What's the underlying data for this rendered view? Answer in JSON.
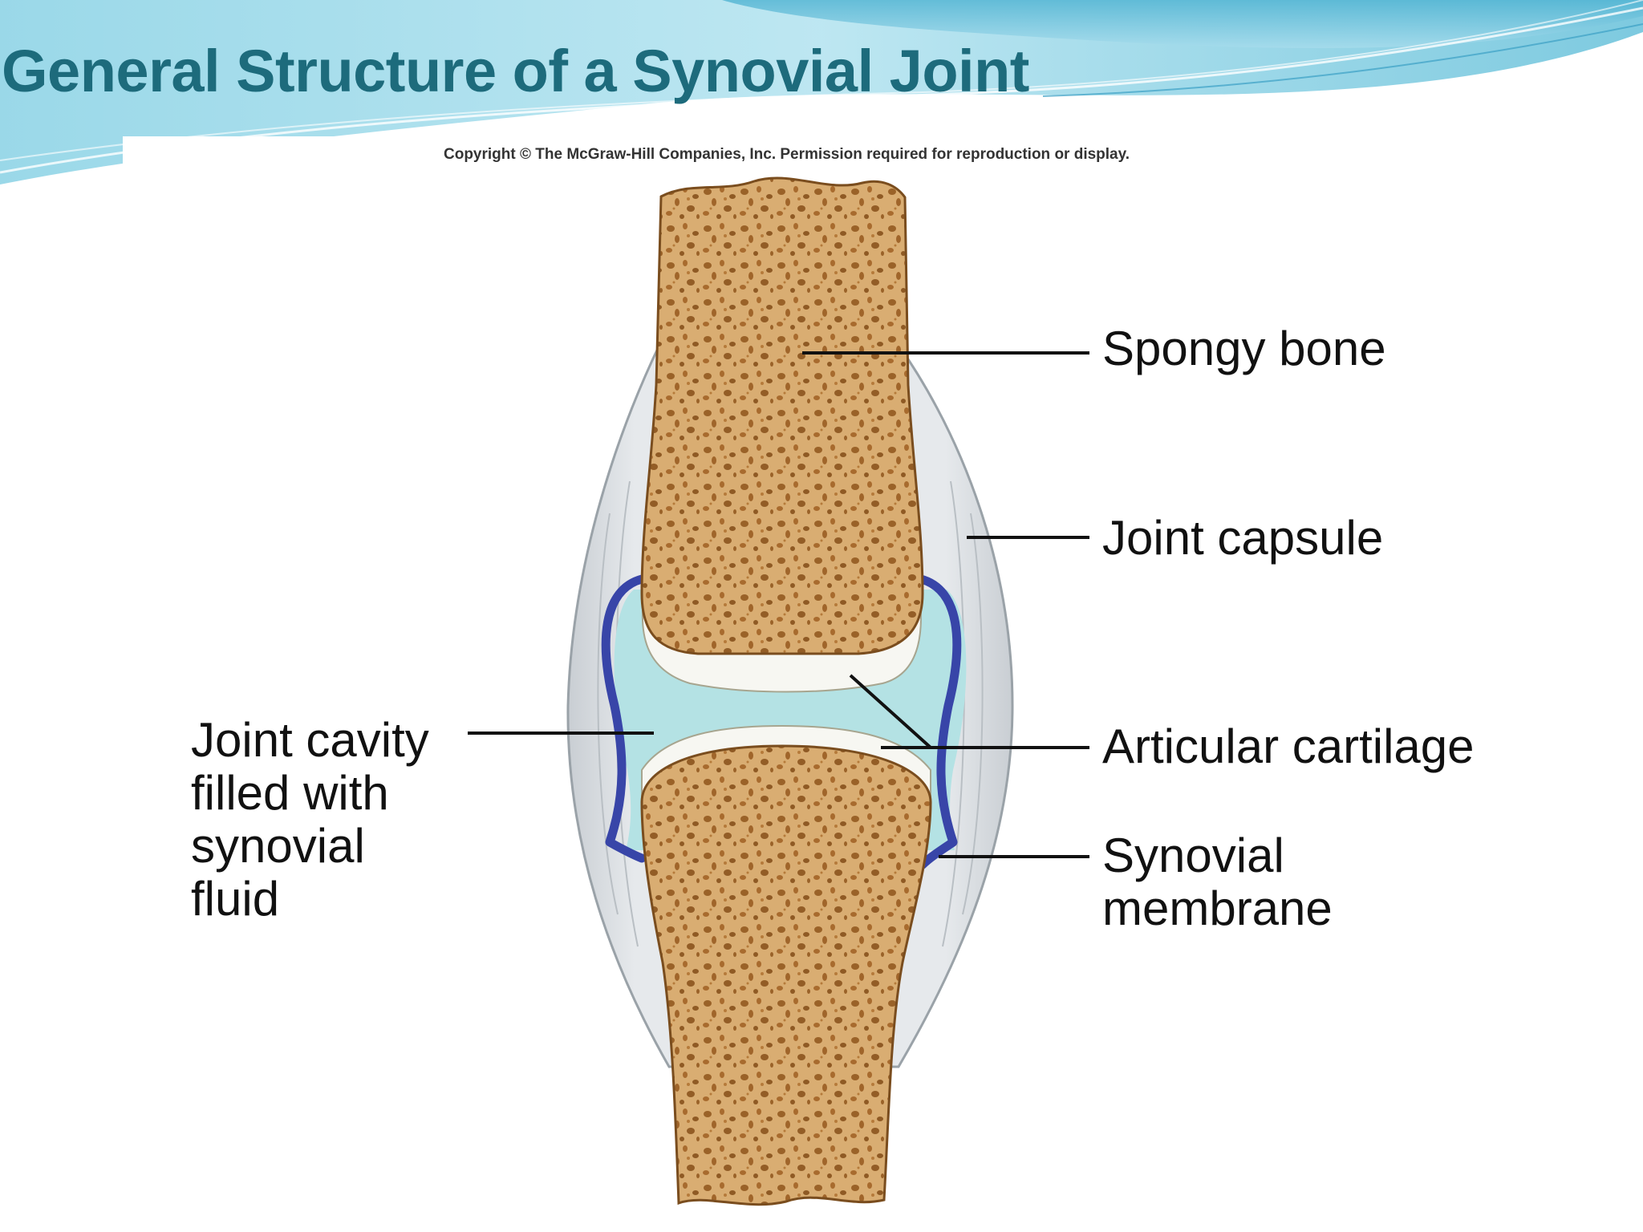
{
  "slide": {
    "title": "General Structure of a Synovial Joint",
    "copyright": "Copyright © The McGraw-Hill Companies, Inc. Permission required for reproduction or display."
  },
  "diagram": {
    "labels": {
      "spongy_bone": "Spongy bone",
      "joint_capsule": "Joint capsule",
      "articular_cartilage": "Articular cartilage",
      "synovial_membrane": [
        "Synovial",
        "membrane"
      ],
      "joint_cavity": [
        "Joint cavity",
        "filled with",
        "synovial",
        "fluid"
      ]
    },
    "colors": {
      "title": "#1d6b7c",
      "bone": "#d9ad72",
      "bone_pores": "#9a6228",
      "cartilage": "#f7f7f2",
      "capsule": "#d4d8dc",
      "synovial_fluid": "#b4e2e4",
      "synovial_membrane": "#3845a8",
      "header_wave": "#6fc4dc"
    }
  }
}
